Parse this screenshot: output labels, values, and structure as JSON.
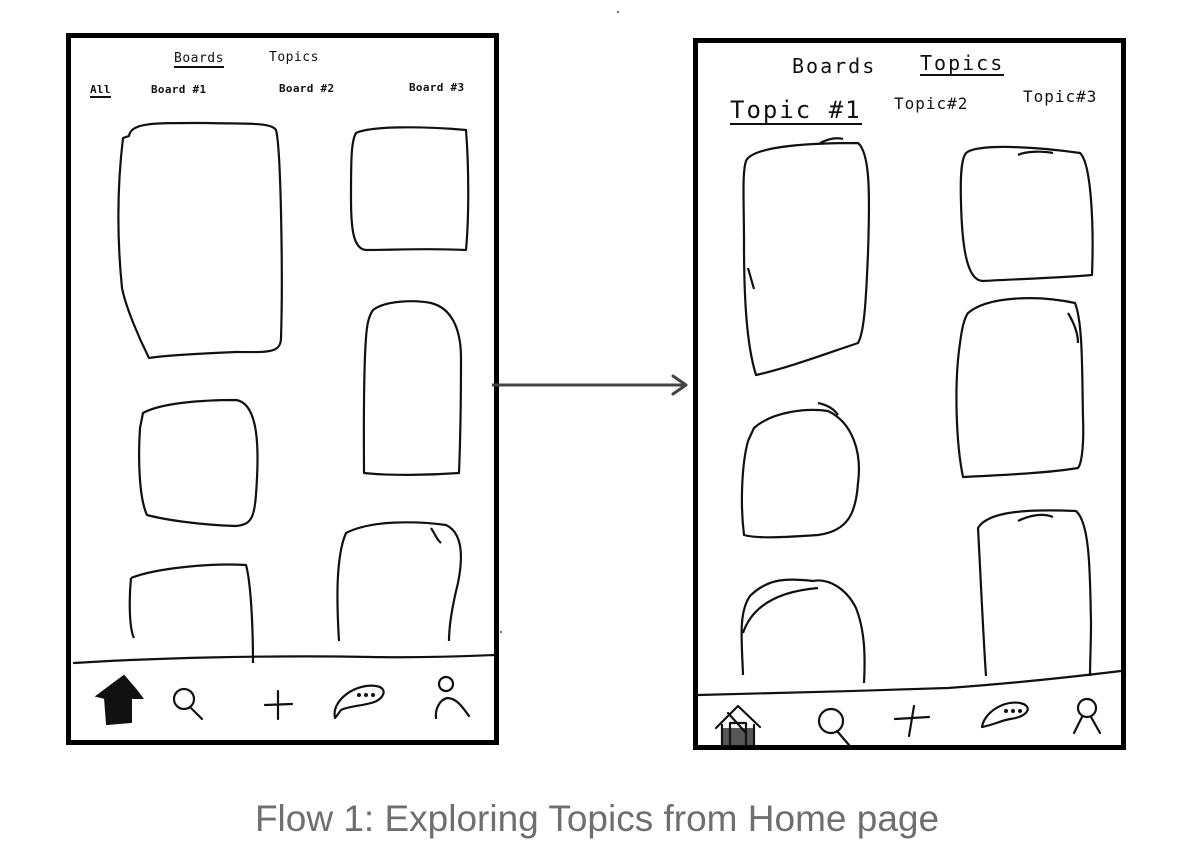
{
  "screen_one": {
    "tabs": [
      {
        "label": "Boards",
        "active": true
      },
      {
        "label": "Topics",
        "active": false
      }
    ],
    "board_filters": [
      {
        "label": "All",
        "active": true
      },
      {
        "label": "Board #1",
        "active": false
      },
      {
        "label": "Board #2",
        "active": false
      },
      {
        "label": "Board #3",
        "active": false
      }
    ],
    "bottom_nav": [
      "home-icon",
      "search-icon",
      "add-icon",
      "messages-icon",
      "profile-icon"
    ]
  },
  "screen_two": {
    "tabs": [
      {
        "label": "Boards",
        "active": false
      },
      {
        "label": "Topics",
        "active": true
      }
    ],
    "topic_filters": [
      {
        "label": "Topic #1",
        "active": true
      },
      {
        "label": "Topic#2",
        "active": false
      },
      {
        "label": "Topic#3",
        "active": false
      }
    ],
    "bottom_nav": [
      "home-icon",
      "search-icon",
      "add-icon",
      "messages-icon",
      "profile-icon"
    ]
  },
  "caption": "Flow 1: Exploring Topics from Home page",
  "colors": {
    "ink": "#111111",
    "caption": "#6f6f6f",
    "arrow": "#444444"
  }
}
